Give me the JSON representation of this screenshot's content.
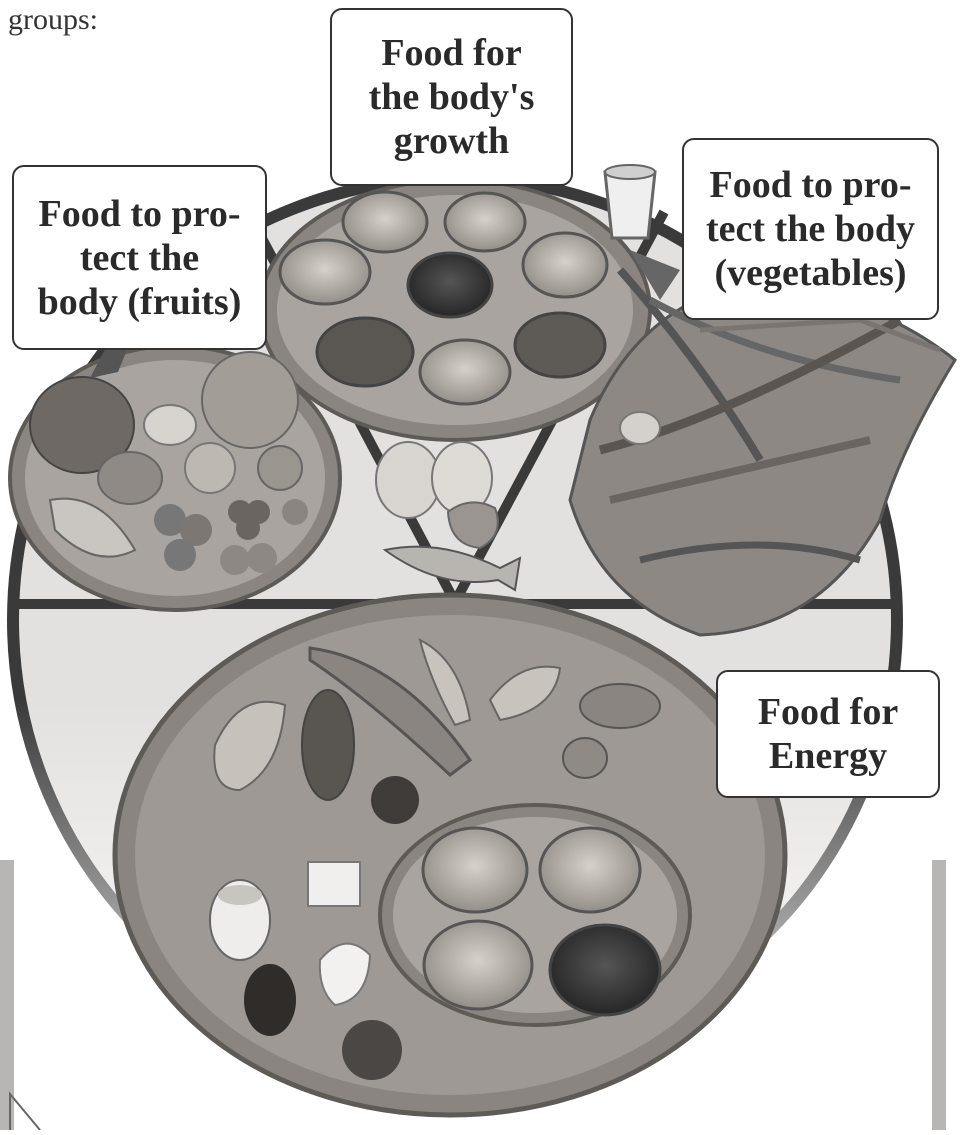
{
  "intro_text": "groups:",
  "labels": {
    "growth": "Food for\nthe body's\ngrowth",
    "fruits": "Food to pro-\ntect the\nbody (fruits)",
    "vegetables": "Food to pro-\ntect the body\n(vegetables)",
    "energy": "Food for\nEnergy"
  },
  "colors": {
    "circle_fill": "#e3e1df",
    "circle_stroke": "#3a3a3a",
    "basket_rim": "#8a8580",
    "basket_inner": "#a9a49f",
    "bowl_fill": "#c9c4bd"
  }
}
